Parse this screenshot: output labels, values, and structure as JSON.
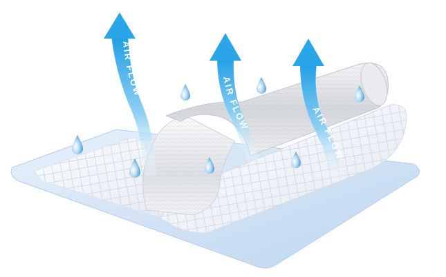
{
  "arrows": [
    {
      "label": "AIR FLOW"
    },
    {
      "label": "AIR FLOW"
    },
    {
      "label": "AIR FLOW"
    }
  ],
  "colors": {
    "arrow_top": "#2aa6e8",
    "arrow_bottom": "#ffffff",
    "drop_light": "#cfe6f7",
    "drop_dark": "#4a9bd6",
    "base_layer": "#cfe0f4",
    "mesh_layer": "#f4f6f9",
    "fleece_layer": "#e2e4e8"
  }
}
